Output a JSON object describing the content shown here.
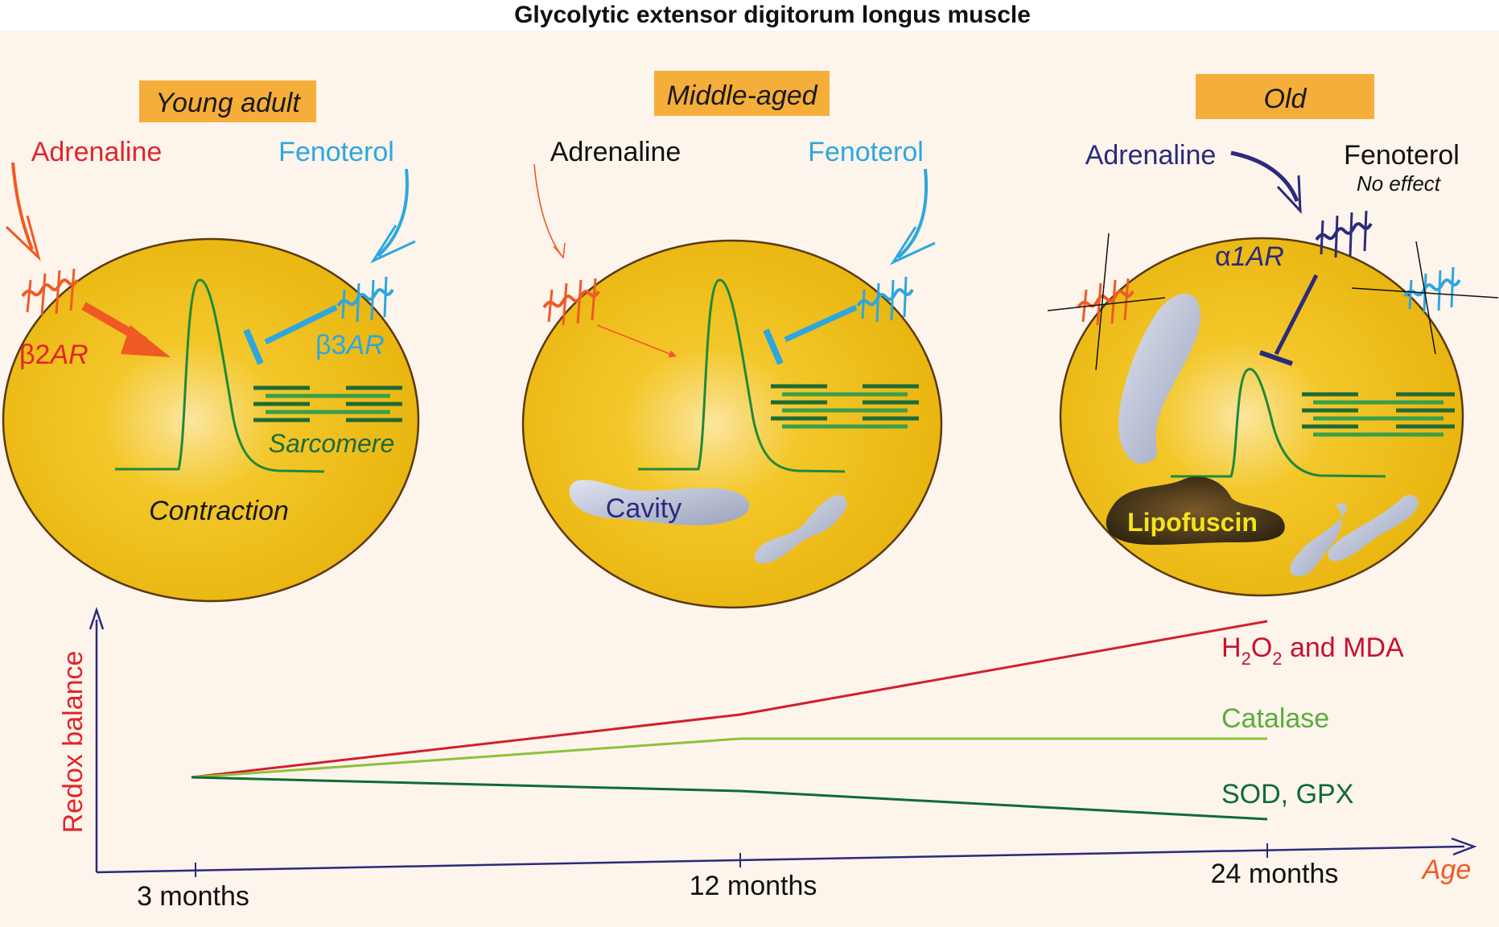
{
  "title": "Glycolytic extensor digitorum longus muscle",
  "panels": [
    {
      "stage": "Young adult",
      "agonist_left": "Adrenaline",
      "agonist_right": "Fenoterol",
      "receptor_left_prefix": "β2",
      "receptor_left_suffix": "AR",
      "receptor_right_prefix": "β3",
      "receptor_right_suffix": "AR",
      "sarcomere": "Sarcomere",
      "contraction": "Contraction"
    },
    {
      "stage": "Middle-aged",
      "agonist_left": "Adrenaline",
      "agonist_right": "Fenoterol",
      "cavity": "Cavity"
    },
    {
      "stage": "Old",
      "agonist_left": "Adrenaline",
      "agonist_right": "Fenoterol",
      "agonist_right_note": "No effect",
      "receptor_prefix": "α",
      "receptor_suffix": "1AR",
      "lipofuscin": "Lipofuscin"
    }
  ],
  "graph": {
    "y_label": "Redox balance",
    "x_label": "Age",
    "ticks": [
      "3 months",
      "12 months",
      "24 months"
    ],
    "series": [
      {
        "h": "H",
        "sub1": "2",
        "o": "O",
        "sub2": "2",
        "rest": " and MDA"
      },
      {
        "name": "Catalase"
      },
      {
        "name": "SOD, GPX"
      }
    ]
  },
  "colors": {
    "red": "#e0262a",
    "orange": "#ef5a24",
    "blue": "#2ca7df",
    "navy": "#2b2a7d",
    "green": "#1e8a3a",
    "light_green": "#6fb33a",
    "dark_green": "#0f6b35",
    "cell_fill": "#f1bd12",
    "stage_fill": "#f5ae3a",
    "background": "#fdf4ec"
  }
}
